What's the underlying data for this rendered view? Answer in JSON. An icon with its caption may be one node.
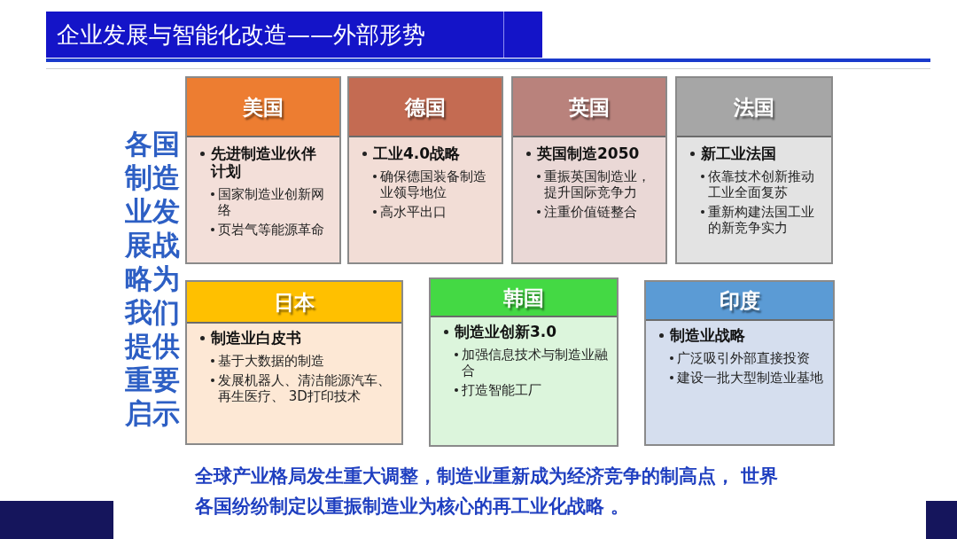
{
  "diagram": {
    "title": "企业发展与智能化改造——外部形势",
    "nodes": [
      {
        "text": [
          "美国",
          "先进制造业伙伴计划",
          "国家制造业创新网络",
          "页岩气等能源革命"
        ]
      },
      {
        "text": [
          "德国",
          "工业4.0战略",
          "确保德国装备制造业领导地位",
          "高水平出口"
        ]
      },
      {
        "text": [
          "英国",
          "英国制造2050",
          "重振英国制造业，提升国际竞争力",
          "注重价值链整合"
        ]
      },
      {
        "text": [
          "法国",
          "新工业法国",
          "依靠技术创新推动工业全面复苏",
          "重新构建法国工业的新竞争实力"
        ]
      },
      {
        "text": [
          "日本",
          "制造业白皮书",
          "基于大数据的制造",
          "发展机器人、清洁能源汽车、再生医疗、 3D打印技术"
        ]
      },
      {
        "text": [
          "韩国",
          "制造业创新3.0",
          "加强信息技术与制造业融合",
          "打造智能工厂"
        ]
      },
      {
        "text": [
          "印度",
          "制造业战略",
          "广泛吸引外部直接投资",
          "建设一批大型制造业基地"
        ]
      }
    ],
    "labels": [
      "各国制造业发展战略为我们提供重要启示"
    ],
    "caption": "全球产业格局发生重大调整，制造业重新成为经济竞争的制高点， 世界各国纷纷制定以重振制造业为核心的再工业化战略 。"
  }
}
